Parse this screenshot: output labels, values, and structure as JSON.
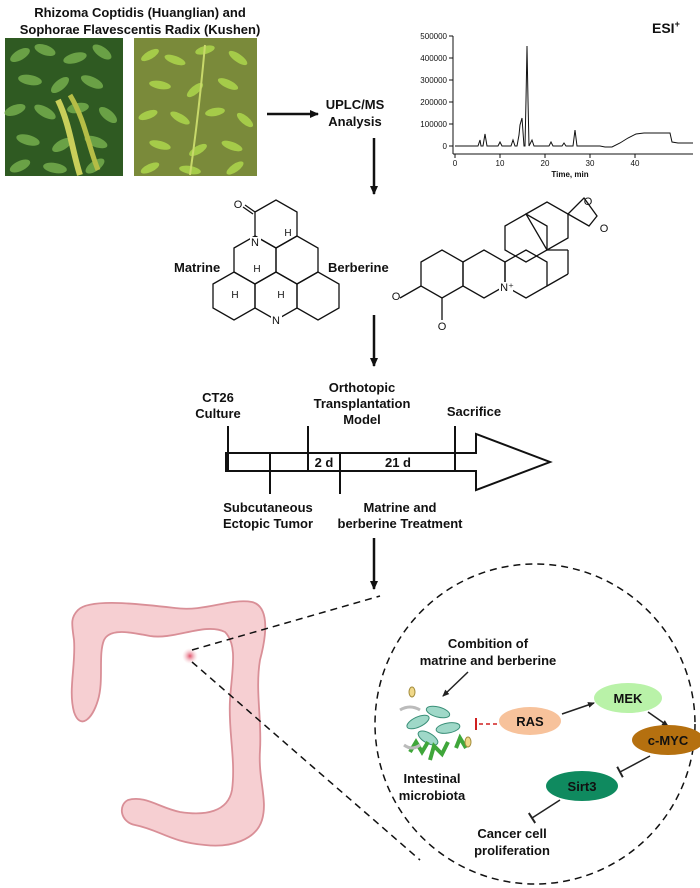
{
  "title_line1": "Rhizoma Coptidis (Huanglian) and",
  "title_line2": "Sophorae Flavescentis Radix (Kushen)",
  "uplc_line1": "UPLC/MS",
  "uplc_line2": "Analysis",
  "chromatogram": {
    "ion_mode": "ESI",
    "ion_sup": "+",
    "x_title": "Time, min",
    "y_ticks": [
      "500000",
      "400000",
      "300000",
      "200000",
      "100000",
      "0"
    ],
    "x_ticks": [
      "0",
      "10",
      "20",
      "30",
      "40"
    ]
  },
  "compounds": {
    "matrine": "Matrine",
    "berberine": "Berberine",
    "atom_o": "O",
    "atom_n": "N",
    "atom_h": "H",
    "atom_nplus": "N⁺"
  },
  "timeline": {
    "ct26_1": "CT26",
    "ct26_2": "Culture",
    "ortho_1": "Orthotopic",
    "ortho_2": "Transplantation",
    "ortho_3": "Model",
    "sacrifice": "Sacrifice",
    "seg_2d": "2 d",
    "seg_21d": "21 d",
    "sub_1": "Subcutaneous",
    "sub_2": "Ectopic Tumor",
    "treat_1": "Matrine and",
    "treat_2": "berberine Treatment"
  },
  "pathway": {
    "combo_1": "Combition of",
    "combo_2": "matrine and berberine",
    "ras": "RAS",
    "mek": "MEK",
    "cmyc": "c-MYC",
    "sirt3": "Sirt3",
    "micro_1": "Intestinal",
    "micro_2": "microbiota",
    "cancer_1": "Cancer cell",
    "cancer_2": "proliferation"
  },
  "colors": {
    "ras": "#f7c29b",
    "mek": "#b9f2a8",
    "cmyc": "#b5700f",
    "sirt3": "#0f8a5f",
    "colon": "#f6cfd2",
    "colon_stroke": "#d98f97",
    "leaf1": "#3f7d2e",
    "leaf2": "#6aa83a",
    "inhibit": "#d02020"
  }
}
